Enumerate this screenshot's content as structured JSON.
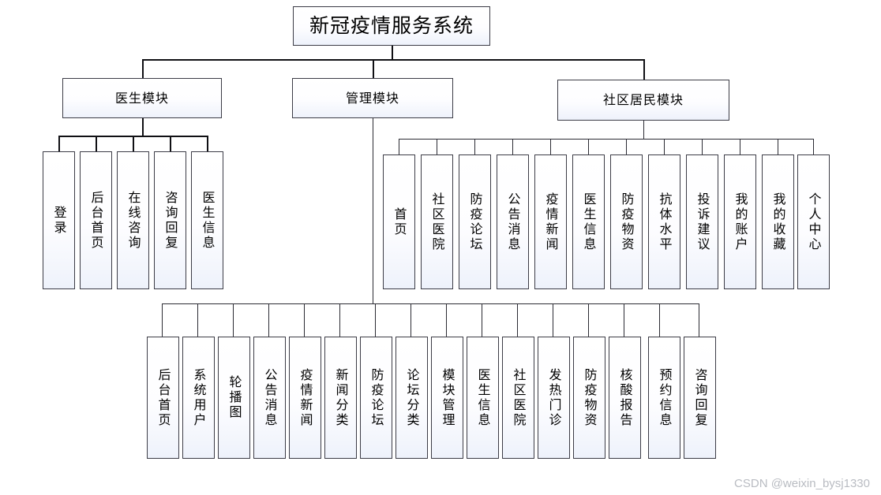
{
  "diagram": {
    "title": "新冠疫情服务系统",
    "type": "org-tree",
    "root": {
      "label": "新冠疫情服务系统"
    },
    "modules": [
      {
        "id": "doctor",
        "label": "医生模块"
      },
      {
        "id": "admin",
        "label": "管理模块"
      },
      {
        "id": "resident",
        "label": "社区居民模块"
      }
    ],
    "doctor_items": [
      {
        "label": "登录"
      },
      {
        "label": "后台首页"
      },
      {
        "label": "在线咨询"
      },
      {
        "label": "咨询回复"
      },
      {
        "label": "医生信息"
      }
    ],
    "resident_items": [
      {
        "label": "首页"
      },
      {
        "label": "社区医院"
      },
      {
        "label": "防疫论坛"
      },
      {
        "label": "公告消息"
      },
      {
        "label": "疫情新闻"
      },
      {
        "label": "医生信息"
      },
      {
        "label": "防疫物资"
      },
      {
        "label": "抗体水平"
      },
      {
        "label": "投诉建议"
      },
      {
        "label": "我的账户"
      },
      {
        "label": "我的收藏"
      },
      {
        "label": "个人中心"
      }
    ],
    "admin_items": [
      {
        "label": "后台首页"
      },
      {
        "label": "系统用户"
      },
      {
        "label": "轮播图"
      },
      {
        "label": "公告消息"
      },
      {
        "label": "疫情新闻"
      },
      {
        "label": "新闻分类"
      },
      {
        "label": "防疫论坛"
      },
      {
        "label": "论坛分类"
      },
      {
        "label": "模块管理"
      },
      {
        "label": "医生信息"
      },
      {
        "label": "社区医院"
      },
      {
        "label": "发热门诊"
      },
      {
        "label": "防疫物资"
      },
      {
        "label": "核酸报告"
      },
      {
        "label": "预约信息"
      },
      {
        "label": "咨询回复"
      }
    ],
    "watermark": "CSDN @weixin_bysj1330",
    "colors": {
      "box_border": "#3c3c46",
      "line": "#2b2b33",
      "box_fill_top": "#ffffff",
      "box_fill_bottom": "#eef2fb",
      "text": "#000000",
      "watermark": "#b9bcc2"
    }
  }
}
